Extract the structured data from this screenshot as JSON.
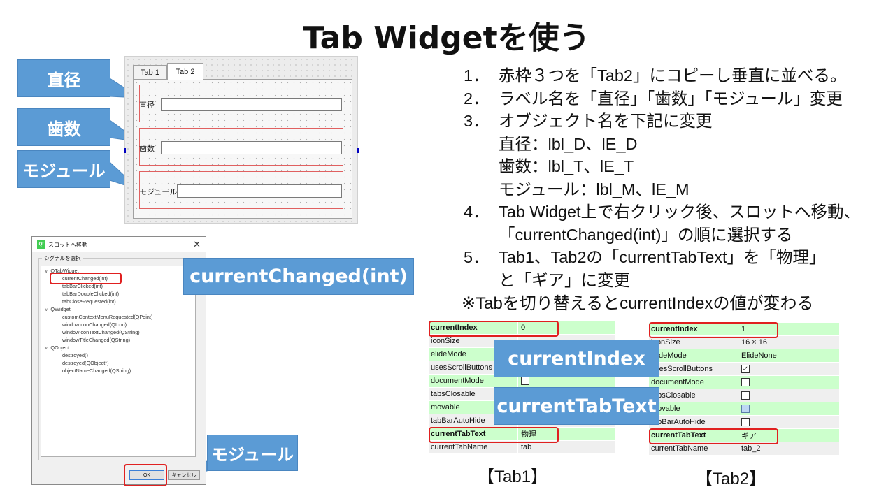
{
  "title": "Tab Widgetを使う",
  "callouts": {
    "diameter": "直径",
    "teeth": "歯数",
    "module": "モジュール",
    "current_changed": "currentChanged(int)",
    "current_index": "currentIndex",
    "current_tab_text": "currentTabText",
    "dialog_module": "モジュール"
  },
  "designer": {
    "tabs": [
      "Tab 1",
      "Tab 2"
    ],
    "labels": [
      "直径",
      "歯数",
      "モジュール"
    ]
  },
  "instructions": [
    {
      "num": "1．",
      "lines": [
        "赤枠３つを「Tab2」にコピーし垂直に並べる。"
      ]
    },
    {
      "num": "2．",
      "lines": [
        "ラベル名を「直径」「歯数」「モジュール」変更"
      ]
    },
    {
      "num": "3．",
      "lines": [
        "オブジェクト名を下記に変更",
        "直径：lbl_D、lE_D",
        "歯数：lbl_T、lE_T",
        "モジュール：lbl_M、lE_M"
      ]
    },
    {
      "num": "4．",
      "lines": [
        "Tab Widget上で右クリック後、スロットへ移動、",
        "「currentChanged(int)」の順に選択する"
      ]
    },
    {
      "num": "5．",
      "lines": [
        "Tab1、Tab2の「currentTabText」を「物理」",
        "と「ギア」に変更"
      ]
    }
  ],
  "note": "※Tabを切り替えるとcurrentIndexの値が変わる",
  "dialog": {
    "title": "スロットへ移動",
    "close": "✕",
    "group_label": "シグナルを選択",
    "tree": [
      {
        "type": "class",
        "text": "QTabWidget"
      },
      {
        "type": "item",
        "text": "currentChanged(int)"
      },
      {
        "type": "item",
        "text": "tabBarClicked(int)"
      },
      {
        "type": "item",
        "text": "tabBarDoubleClicked(int)"
      },
      {
        "type": "item",
        "text": "tabCloseRequested(int)"
      },
      {
        "type": "class",
        "text": "QWidget"
      },
      {
        "type": "item",
        "text": "customContextMenuRequested(QPoint)"
      },
      {
        "type": "item",
        "text": "windowIconChanged(QIcon)"
      },
      {
        "type": "item",
        "text": "windowIconTextChanged(QString)"
      },
      {
        "type": "item",
        "text": "windowTitleChanged(QString)"
      },
      {
        "type": "class",
        "text": "QObject"
      },
      {
        "type": "item",
        "text": "destroyed()"
      },
      {
        "type": "item",
        "text": "destroyed(QObject*)"
      },
      {
        "type": "item",
        "text": "objectNameChanged(QString)"
      }
    ],
    "ok": "OK",
    "cancel": "キャンセル"
  },
  "props_tab1": {
    "caption": "【Tab1】",
    "rows": [
      {
        "name": "currentIndex",
        "value": "0",
        "bold": true
      },
      {
        "name": "iconSize",
        "value": ""
      },
      {
        "name": "elideMode",
        "value": ""
      },
      {
        "name": "usesScrollButtons",
        "value": ""
      },
      {
        "name": "documentMode",
        "value": ""
      },
      {
        "name": "tabsClosable",
        "value": ""
      },
      {
        "name": "movable",
        "value": ""
      },
      {
        "name": "tabBarAutoHide",
        "value": ""
      },
      {
        "name": "currentTabText",
        "value": "物理",
        "bold": true
      },
      {
        "name": "currentTabName",
        "value": "tab"
      }
    ]
  },
  "props_tab2": {
    "caption": "【Tab2】",
    "rows": [
      {
        "name": "currentIndex",
        "value": "1",
        "bold": true
      },
      {
        "name": "iconSize",
        "value": "16 × 16"
      },
      {
        "name": "elideMode",
        "value": "ElideNone"
      },
      {
        "name": "usesScrollButtons",
        "value": "✓"
      },
      {
        "name": "documentMode",
        "value": ""
      },
      {
        "name": "tabsClosable",
        "value": ""
      },
      {
        "name": "movable",
        "value": ""
      },
      {
        "name": "tabBarAutoHide",
        "value": ""
      },
      {
        "name": "currentTabText",
        "value": "ギア",
        "bold": true
      },
      {
        "name": "currentTabName",
        "value": "tab_2"
      }
    ]
  },
  "colors": {
    "callout": "#5b9bd5",
    "highlight": "#e02020",
    "property_green": "#ccffcc"
  }
}
